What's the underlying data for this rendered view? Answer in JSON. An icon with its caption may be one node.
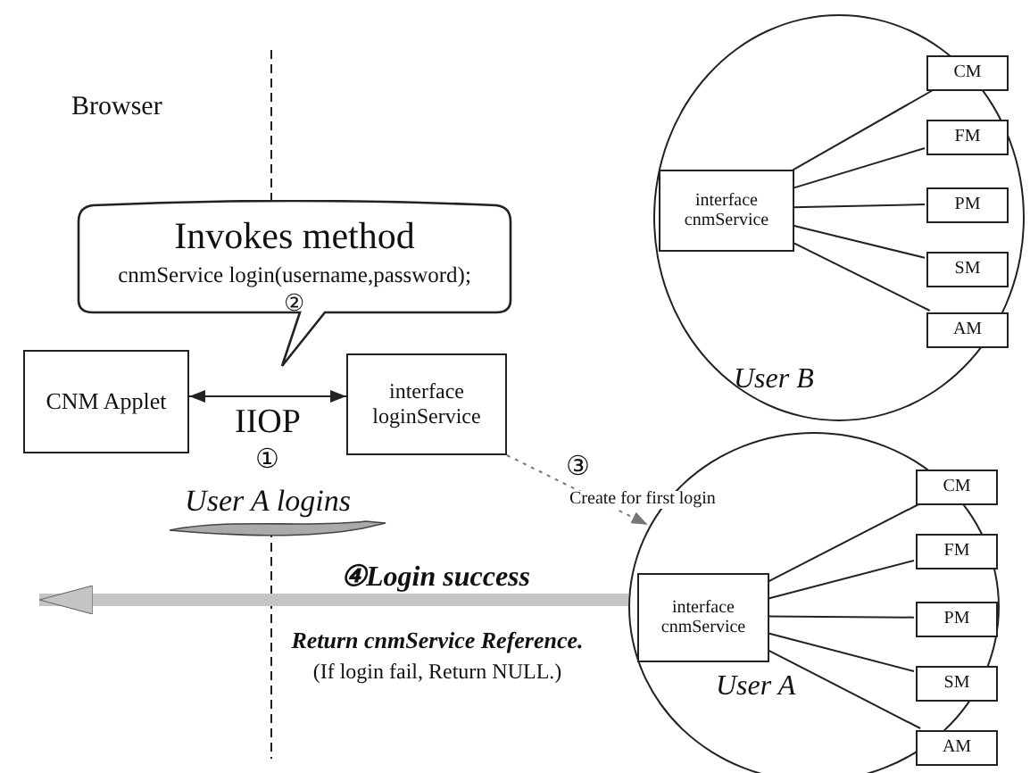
{
  "diagram": {
    "nodes": [
      {
        "text": [
          "Invokes method",
          "cnmService login(username,password);",
          "②"
        ]
      },
      {
        "text": [
          "CNM Applet"
        ]
      },
      {
        "text": [
          "interface loginService"
        ]
      },
      {
        "text": [
          "User B"
        ]
      },
      {
        "text": [
          "interface cnmService"
        ],
        "in": 3
      },
      {
        "text": [
          "CM"
        ],
        "in": 3
      },
      {
        "text": [
          "FM"
        ],
        "in": 3
      },
      {
        "text": [
          "PM"
        ],
        "in": 3
      },
      {
        "text": [
          "SM"
        ],
        "in": 3
      },
      {
        "text": [
          "AM"
        ],
        "in": 3
      },
      {
        "text": [
          "User A"
        ]
      },
      {
        "text": [
          "interface cnmService"
        ],
        "in": 10
      },
      {
        "text": [
          "CM"
        ],
        "in": 10
      },
      {
        "text": [
          "FM"
        ],
        "in": 10
      },
      {
        "text": [
          "PM"
        ],
        "in": 10
      },
      {
        "text": [
          "SM"
        ],
        "in": 10
      },
      {
        "text": [
          "AM"
        ],
        "in": 10
      }
    ],
    "edges": [
      {
        "from": 1,
        "to": 2,
        "arrow": "both",
        "label": "IIOP"
      },
      {
        "from": 2,
        "to": 10,
        "arrow": "to",
        "label": "Create for first login",
        "style": "dashed",
        "color": "#777777"
      },
      {
        "from": 4,
        "to": 5,
        "arrow": "none"
      },
      {
        "from": 4,
        "to": 6,
        "arrow": "none"
      },
      {
        "from": 4,
        "to": 7,
        "arrow": "none"
      },
      {
        "from": 4,
        "to": 8,
        "arrow": "none"
      },
      {
        "from": 4,
        "to": 9,
        "arrow": "none"
      },
      {
        "from": 11,
        "to": 12,
        "arrow": "none"
      },
      {
        "from": 11,
        "to": 13,
        "arrow": "none"
      },
      {
        "from": 11,
        "to": 14,
        "arrow": "none"
      },
      {
        "from": 11,
        "to": 15,
        "arrow": "none"
      },
      {
        "from": 11,
        "to": 16,
        "arrow": "none"
      },
      {
        "from": 10,
        "to": null,
        "arrow": "to",
        "label": "④Login success",
        "style": "thick",
        "color": "#c4c4c4"
      }
    ],
    "labels": [
      "Browser",
      "①",
      "User A logins",
      "③",
      "Return cnmService Reference.",
      "(If login fail, Return NULL.)"
    ]
  }
}
